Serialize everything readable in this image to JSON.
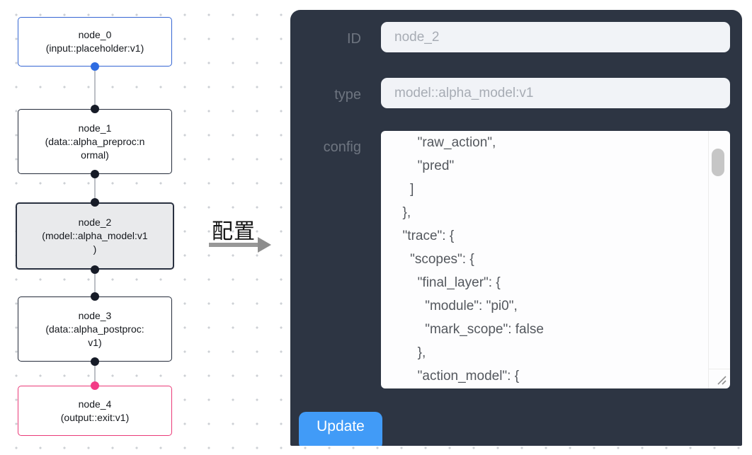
{
  "flow": {
    "nodes": [
      {
        "id": "node_0",
        "kind": "input",
        "label": [
          "node_0",
          "(input::placeholder:v1)"
        ]
      },
      {
        "id": "node_1",
        "kind": "data",
        "label": [
          "node_1",
          "(data::alpha_preproc:n",
          "ormal)"
        ]
      },
      {
        "id": "node_2",
        "kind": "model",
        "label": [
          "node_2",
          "(model::alpha_model:v1",
          ")"
        ],
        "selected": true
      },
      {
        "id": "node_3",
        "kind": "data",
        "label": [
          "node_3",
          "(data::alpha_postproc:",
          "v1)"
        ]
      },
      {
        "id": "node_4",
        "kind": "output",
        "label": [
          "node_4",
          "(output::exit:v1)"
        ]
      }
    ],
    "annotation": {
      "label": "配置"
    }
  },
  "panel": {
    "fields": {
      "id": {
        "label": "ID",
        "value": "node_2"
      },
      "type": {
        "label": "type",
        "value": "model::alpha_model:v1"
      },
      "config": {
        "label": "config",
        "value": [
          "      \"raw_action\",",
          "      \"pred\"",
          "    ]",
          "  },",
          "  \"trace\": {",
          "    \"scopes\": {",
          "      \"final_layer\": {",
          "        \"module\": \"pi0\",",
          "        \"mark_scope\": false",
          "      },",
          "      \"action_model\": {"
        ]
      }
    },
    "update_button": "Update"
  },
  "colors": {
    "panel_bg": "#2d3543",
    "button_blue": "#419bf7",
    "input_node_border": "#3566d3",
    "output_node_border": "#ea3a78",
    "output_port_pink": "#f23c86",
    "input_port_blue": "#2e6ce2",
    "selected_node_bg": "#e9eaec",
    "field_bg": "#f1f3f7"
  }
}
